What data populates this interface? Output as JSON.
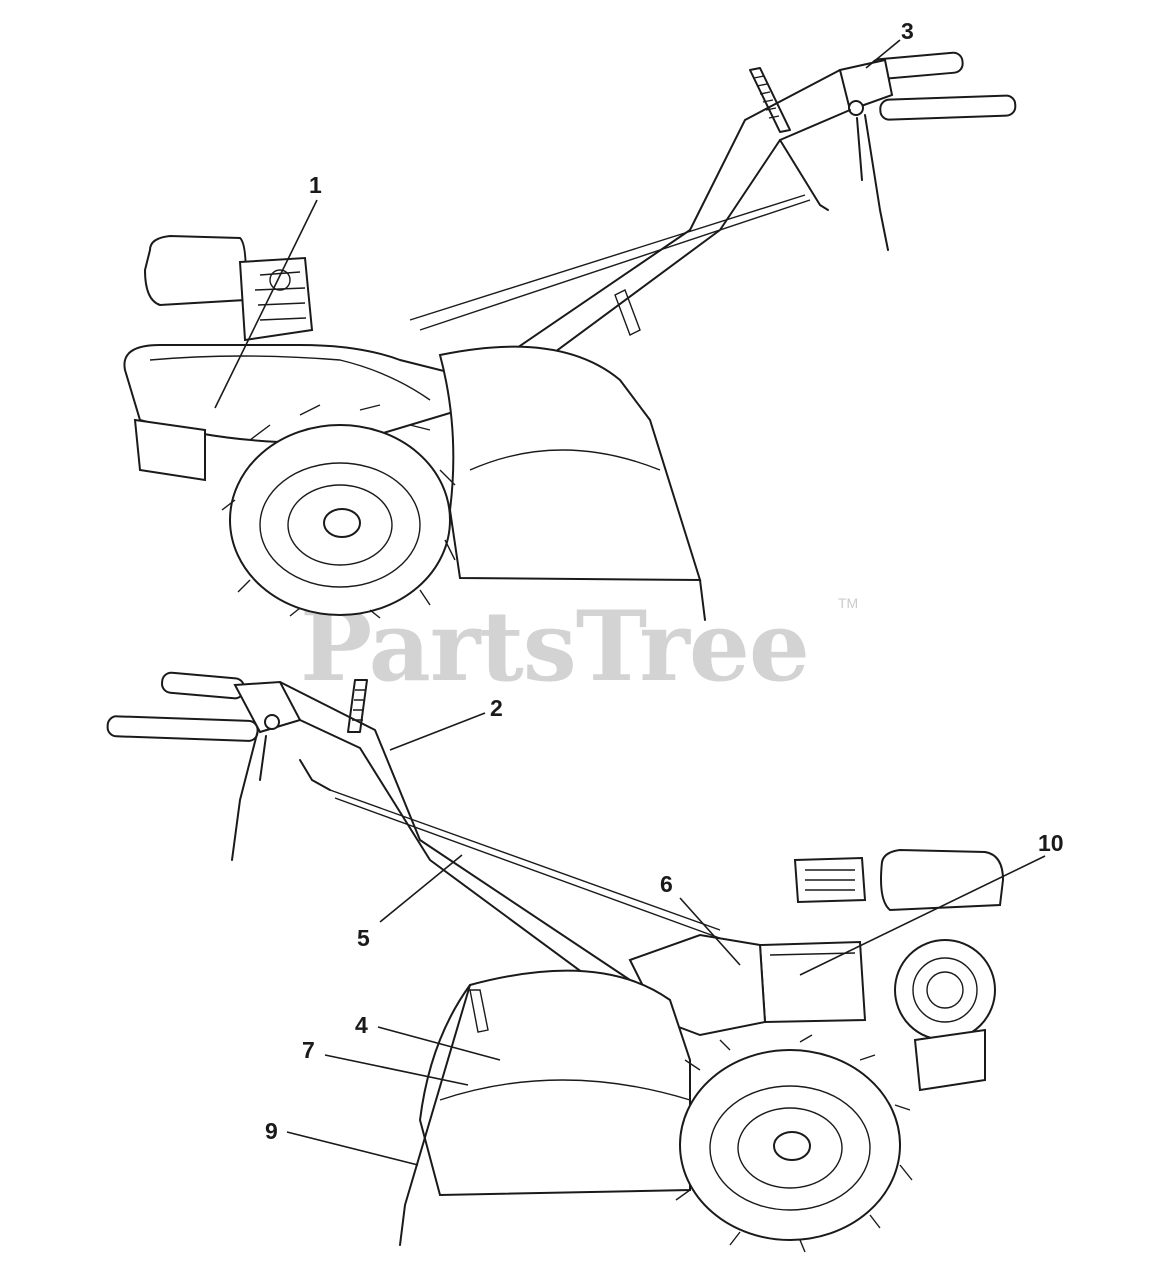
{
  "watermark": {
    "text": "PartsTree",
    "tm": "TM"
  },
  "callouts": [
    "1",
    "2",
    "3",
    "4",
    "5",
    "6",
    "7",
    "9",
    "10"
  ]
}
